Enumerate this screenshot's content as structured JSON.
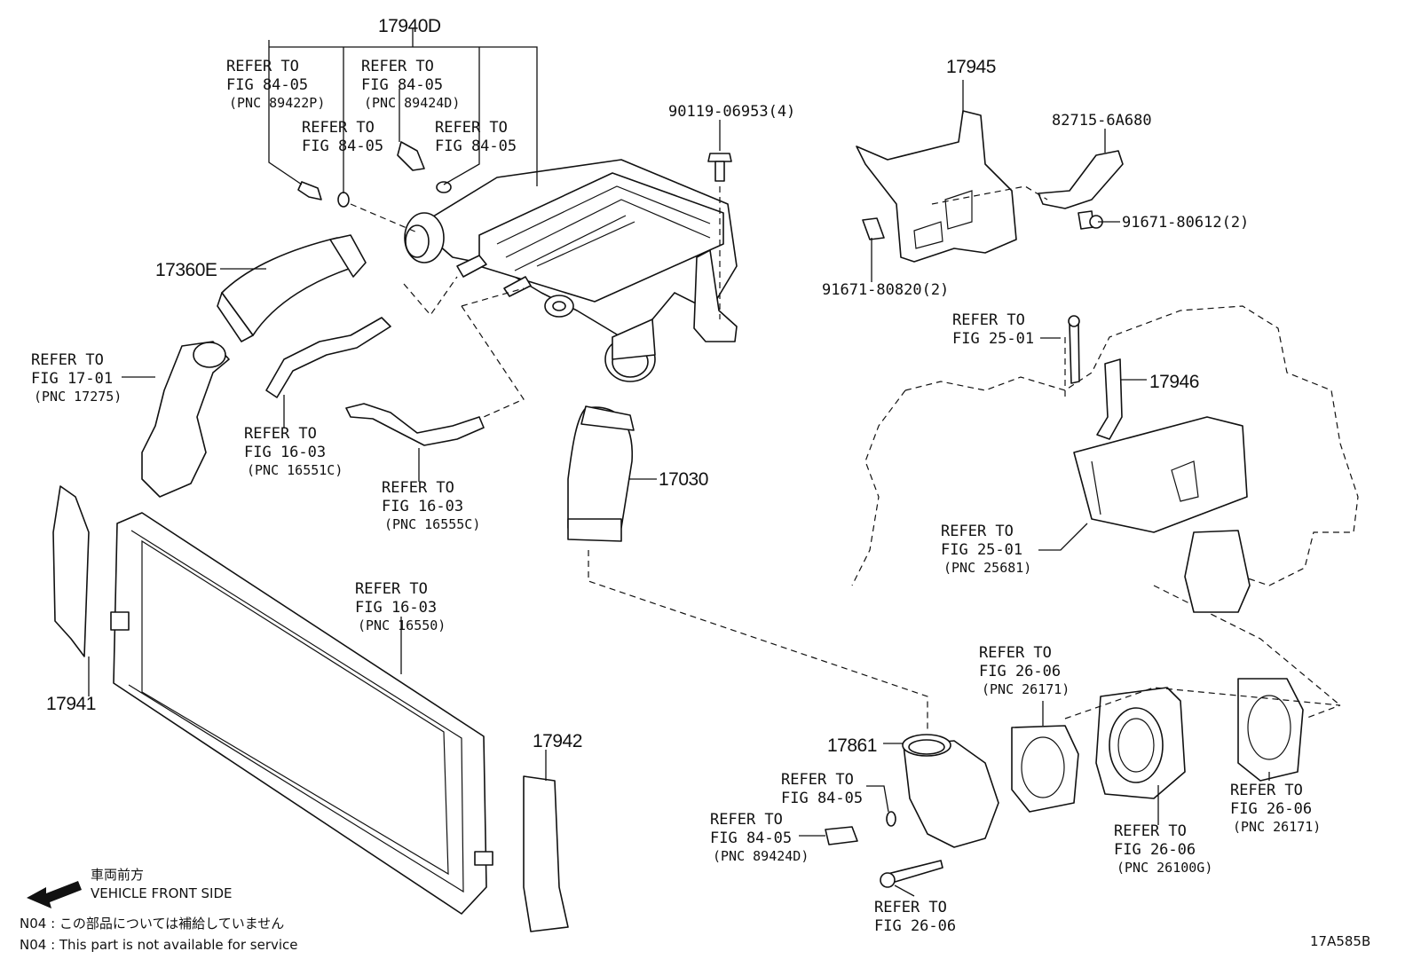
{
  "diagram": {
    "part_numbers": {
      "p17940D": "17940D",
      "p17945": "17945",
      "p17360E": "17360E",
      "p17030": "17030",
      "p17946": "17946",
      "p17941": "17941",
      "p17942": "17942",
      "p17861": "17861",
      "p90119": "90119-06953(4)",
      "p82715": "82715-6A680",
      "p91671a": "91671-80612(2)",
      "p91671b": "91671-80820(2)"
    },
    "refs": [
      {
        "id": "r1",
        "lines": [
          "REFER TO",
          "FIG 84-05",
          "(PNC 89422P)"
        ]
      },
      {
        "id": "r2",
        "lines": [
          "REFER TO",
          "FIG 84-05",
          "(PNC 89424D)"
        ]
      },
      {
        "id": "r3",
        "lines": [
          "REFER TO",
          "FIG 84-05"
        ]
      },
      {
        "id": "r4",
        "lines": [
          "REFER TO",
          "FIG 84-05"
        ]
      },
      {
        "id": "r5",
        "lines": [
          "REFER TO",
          "FIG 17-01",
          "(PNC 17275)"
        ]
      },
      {
        "id": "r6",
        "lines": [
          "REFER TO",
          "FIG 16-03",
          "(PNC 16551C)"
        ]
      },
      {
        "id": "r7",
        "lines": [
          "REFER TO",
          "FIG 16-03",
          "(PNC 16555C)"
        ]
      },
      {
        "id": "r8",
        "lines": [
          "REFER TO",
          "FIG 16-03",
          "(PNC 16550)"
        ]
      },
      {
        "id": "r9",
        "lines": [
          "REFER TO",
          "FIG 25-01"
        ]
      },
      {
        "id": "r10",
        "lines": [
          "REFER TO",
          "FIG 25-01",
          "(PNC 25681)"
        ]
      },
      {
        "id": "r11",
        "lines": [
          "REFER TO",
          "FIG 26-06",
          "(PNC 26171)"
        ]
      },
      {
        "id": "r12",
        "lines": [
          "REFER TO",
          "FIG 84-05"
        ]
      },
      {
        "id": "r13",
        "lines": [
          "REFER TO",
          "FIG 84-05",
          "(PNC 89424D)"
        ]
      },
      {
        "id": "r14",
        "lines": [
          "REFER TO",
          "FIG 26-06"
        ]
      },
      {
        "id": "r15",
        "lines": [
          "REFER TO",
          "FIG 26-06",
          "(PNC 26100G)"
        ]
      },
      {
        "id": "r16",
        "lines": [
          "REFER TO",
          "FIG 26-06",
          "(PNC 26171)"
        ]
      }
    ],
    "legend": {
      "front_jp": "車両前方",
      "front_en": "VEHICLE FRONT SIDE",
      "note_jp": "N04 : この部品については補給していません",
      "note_en": "N04 : This part is not available for service"
    },
    "figure_code": "17A585B"
  }
}
